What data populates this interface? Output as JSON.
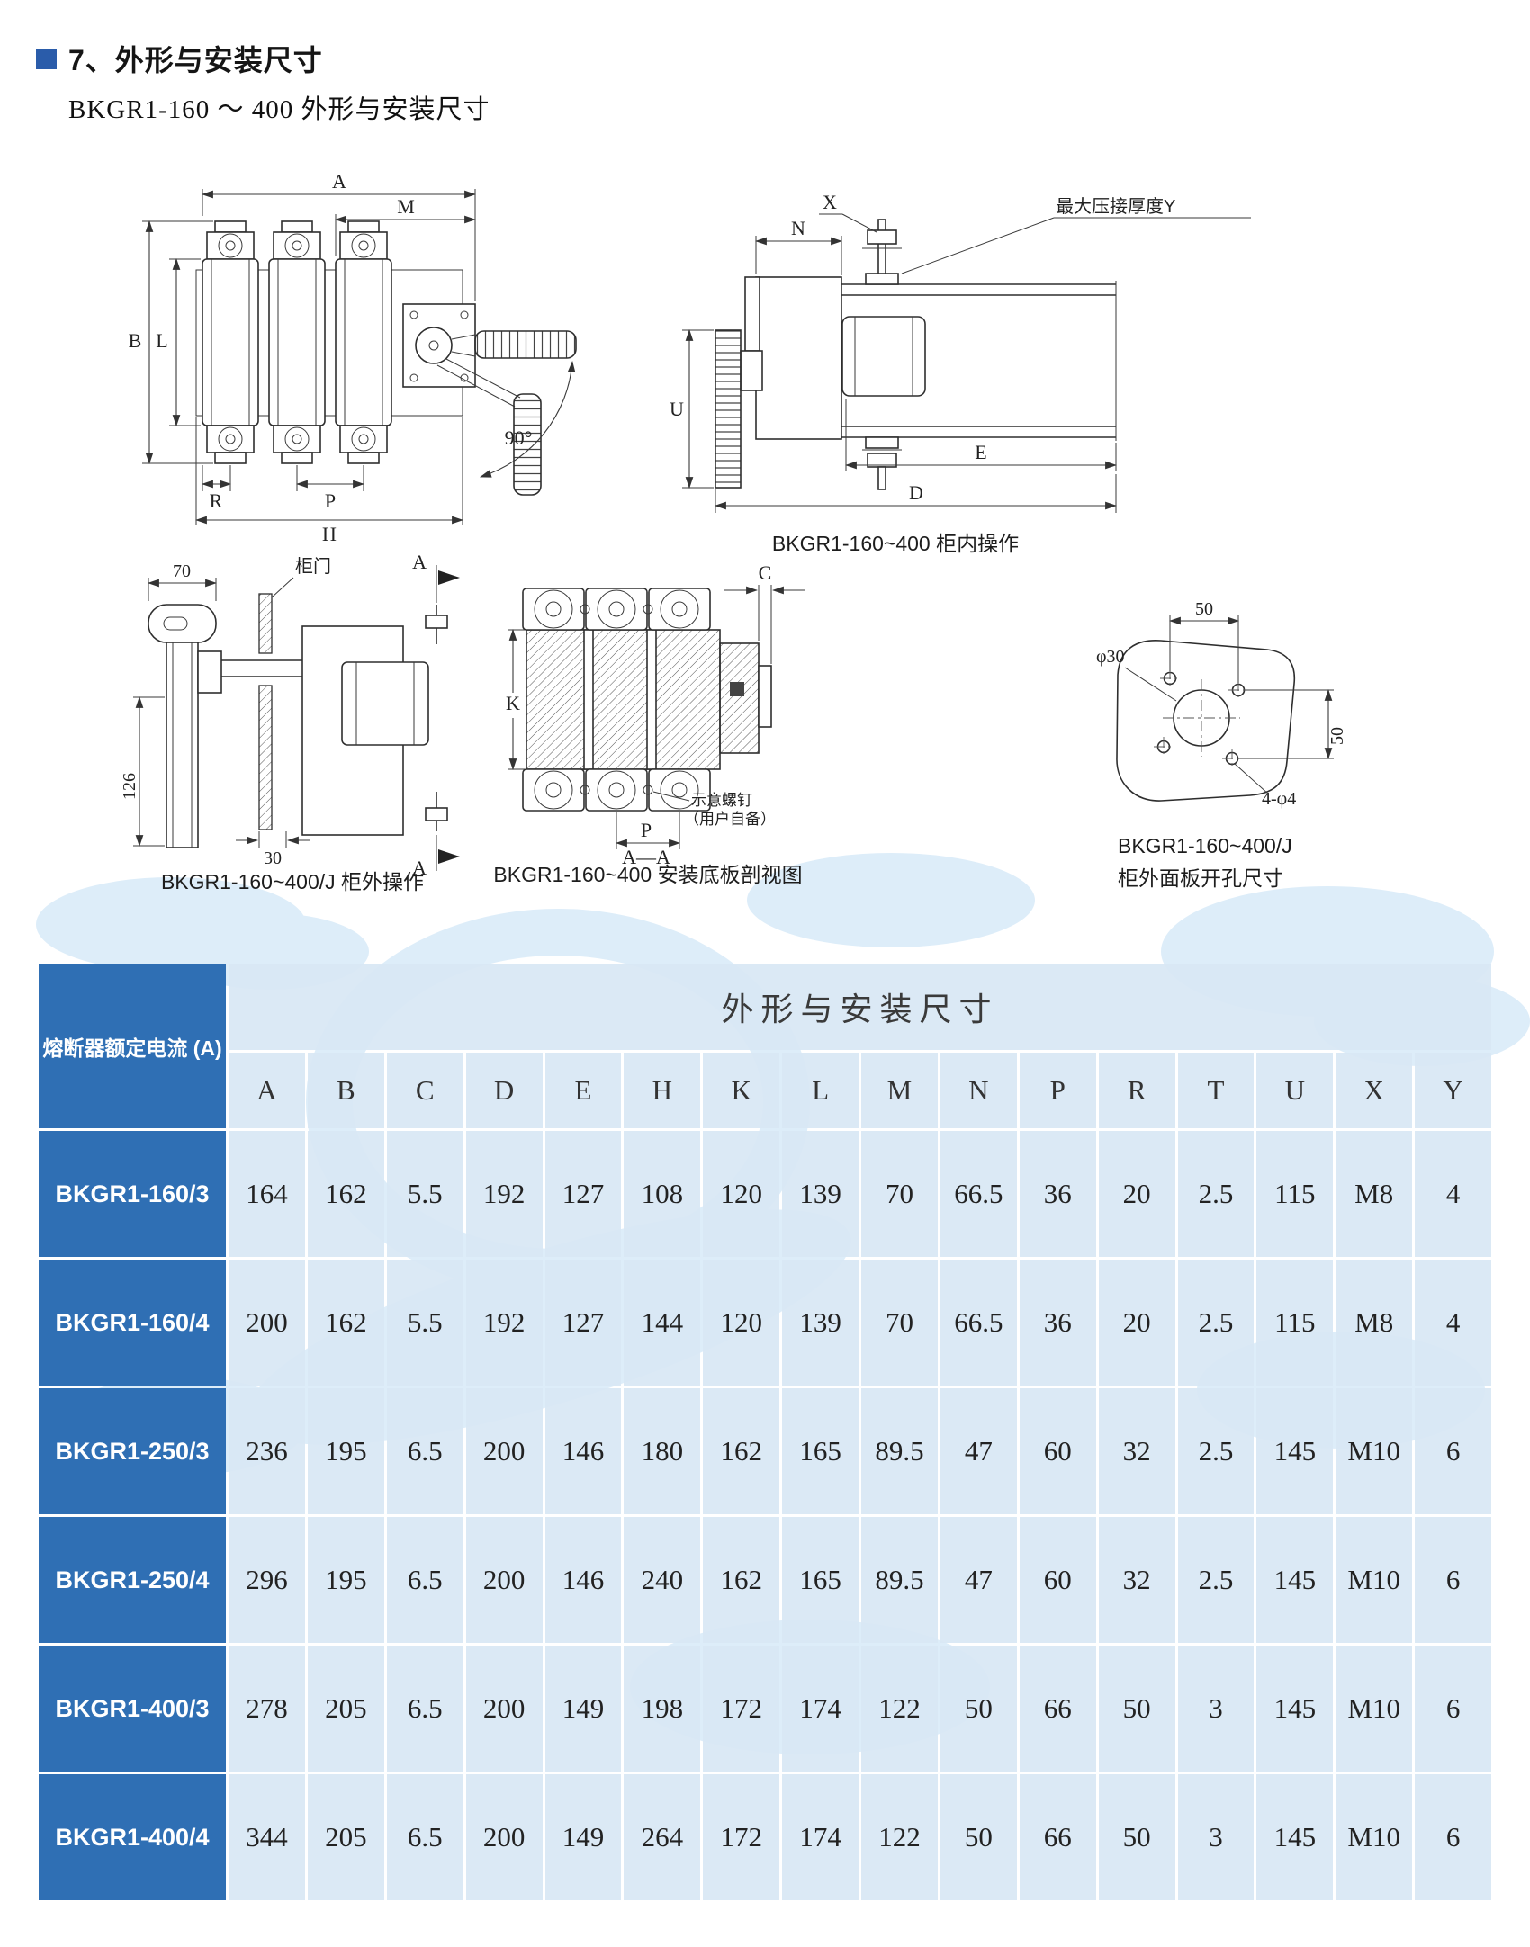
{
  "page": {
    "section_title": "7、外形与安装尺寸",
    "subtitle": "BKGR1-160 ～ 400 外形与安装尺寸"
  },
  "drawings": {
    "front": {
      "dim_a": "A",
      "dim_m": "M",
      "dim_b": "B",
      "dim_l": "L",
      "dim_r": "R",
      "dim_p": "P",
      "dim_h": "H",
      "angle": "90°"
    },
    "side": {
      "caption": "BKGR1-160~400 柜内操作",
      "dim_x": "X",
      "label_y": "最大压接厚度Y",
      "dim_n": "N",
      "dim_u": "U",
      "dim_e": "E",
      "dim_d": "D"
    },
    "outside": {
      "caption": "BKGR1-160~400/J 柜外操作",
      "door_label": "柜门",
      "dim_70": "70",
      "dim_126": "126",
      "dim_30": "30",
      "section_label": "A"
    },
    "section": {
      "caption": "BKGR1-160~400 安装底板剖视图",
      "dim_c": "C",
      "dim_k": "K",
      "dim_p": "P",
      "section_mark": "A—A",
      "screw_note_1": "示意螺钉",
      "screw_note_2": "（用户自备）"
    },
    "cutout": {
      "caption_1": "BKGR1-160~400/J",
      "caption_2": "柜外面板开孔尺寸",
      "dim_50_top": "50",
      "dim_50_right": "50",
      "hole_label": "φ30",
      "holes_label": "4-φ4"
    }
  },
  "table": {
    "row_header_title": "熔断器额定电流 (A)",
    "group_header": "外形与安装尺寸",
    "columns": [
      "A",
      "B",
      "C",
      "D",
      "E",
      "H",
      "K",
      "L",
      "M",
      "N",
      "P",
      "R",
      "T",
      "U",
      "X",
      "Y"
    ],
    "rows": [
      {
        "model": "BKGR1-160/3",
        "values": [
          "164",
          "162",
          "5.5",
          "192",
          "127",
          "108",
          "120",
          "139",
          "70",
          "66.5",
          "36",
          "20",
          "2.5",
          "115",
          "M8",
          "4"
        ]
      },
      {
        "model": "BKGR1-160/4",
        "values": [
          "200",
          "162",
          "5.5",
          "192",
          "127",
          "144",
          "120",
          "139",
          "70",
          "66.5",
          "36",
          "20",
          "2.5",
          "115",
          "M8",
          "4"
        ]
      },
      {
        "model": "BKGR1-250/3",
        "values": [
          "236",
          "195",
          "6.5",
          "200",
          "146",
          "180",
          "162",
          "165",
          "89.5",
          "47",
          "60",
          "32",
          "2.5",
          "145",
          "M10",
          "6"
        ]
      },
      {
        "model": "BKGR1-250/4",
        "values": [
          "296",
          "195",
          "6.5",
          "200",
          "146",
          "240",
          "162",
          "165",
          "89.5",
          "47",
          "60",
          "32",
          "2.5",
          "145",
          "M10",
          "6"
        ]
      },
      {
        "model": "BKGR1-400/3",
        "values": [
          "278",
          "205",
          "6.5",
          "200",
          "149",
          "198",
          "172",
          "174",
          "122",
          "50",
          "66",
          "50",
          "3",
          "145",
          "M10",
          "6"
        ]
      },
      {
        "model": "BKGR1-400/4",
        "values": [
          "344",
          "205",
          "6.5",
          "200",
          "149",
          "264",
          "172",
          "174",
          "122",
          "50",
          "66",
          "50",
          "3",
          "145",
          "M10",
          "6"
        ]
      }
    ]
  },
  "colors": {
    "header_blue": "#2f6fb4",
    "cell_blue": "#d8e7f4",
    "watermark_blue": "#ddedf9"
  }
}
